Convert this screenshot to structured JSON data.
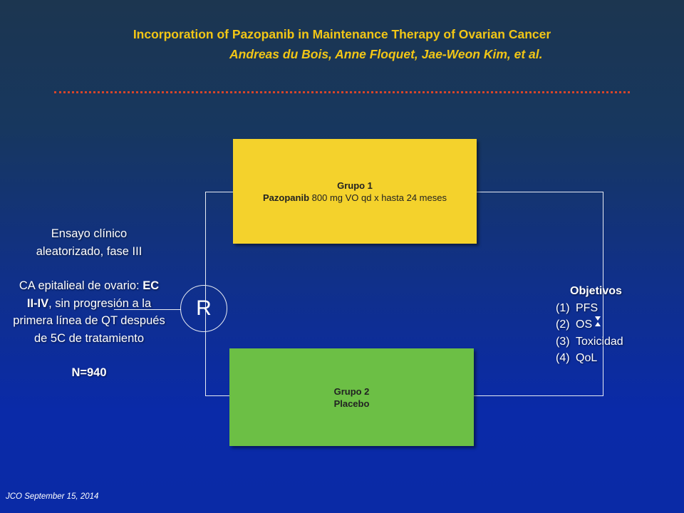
{
  "header": {
    "title": "Incorporation of Pazopanib in Maintenance Therapy of Ovarian Cancer",
    "authors": "Andreas du Bois, Anne Floquet, Jae-Weon Kim, et al."
  },
  "study": {
    "design_line1": "Ensayo clínico",
    "design_line2": "aleatorizado, fase III",
    "population_prefix": "CA epitalieal de ovario:",
    "population_stage": "EC II-IV",
    "population_rest": ", sin progresión a la primera línea de QT después de 5C de tratamiento",
    "n": "N=940"
  },
  "randomization": {
    "label": "R"
  },
  "group1": {
    "name": "Grupo 1",
    "drug": "Pazopanib",
    "regimen": " 800 mg VO qd x hasta 24 meses"
  },
  "group2": {
    "name": "Grupo 2",
    "treatment": "Placebo"
  },
  "objectives": {
    "title": "Objetivos",
    "items": [
      {
        "num": "(1)",
        "label": "PFS"
      },
      {
        "num": "(2)",
        "label": "OS"
      },
      {
        "num": "(3)",
        "label": "Toxicidad"
      },
      {
        "num": "(4)",
        "label": "QoL"
      }
    ]
  },
  "footer": {
    "citation": "JCO September 15, 2014"
  },
  "colors": {
    "title": "#f2c616",
    "group1_box": "#f4d22c",
    "group2_box": "#6cbf45",
    "dotted_rule": "#d7452a"
  }
}
